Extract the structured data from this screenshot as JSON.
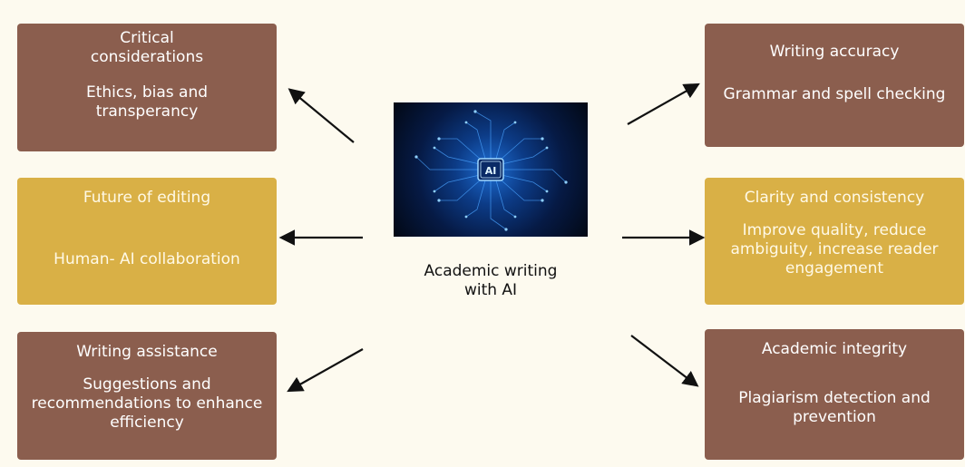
{
  "center": {
    "chip_text": "AI",
    "label": "Academic writing with AI"
  },
  "boxes": {
    "critical": {
      "title": "Critical considerations",
      "subtitle": "Ethics, bias and transperancy"
    },
    "future": {
      "title": "Future of editing",
      "subtitle": "Human- AI collaboration"
    },
    "assistance": {
      "title": "Writing assistance",
      "subtitle": "Suggestions and recommendations to enhance efficiency"
    },
    "accuracy": {
      "title": "Writing accuracy",
      "subtitle": "Grammar and spell checking"
    },
    "clarity": {
      "title": "Clarity and consistency",
      "subtitle": "Improve quality, reduce ambiguity, increase reader engagement"
    },
    "integrity": {
      "title": "Academic integrity",
      "subtitle": "Plagiarism detection and prevention"
    }
  },
  "colors": {
    "background": "#fdfaef",
    "brown_box": "#8b5e4e",
    "gold_box": "#d9b046",
    "arrow": "#111111"
  }
}
